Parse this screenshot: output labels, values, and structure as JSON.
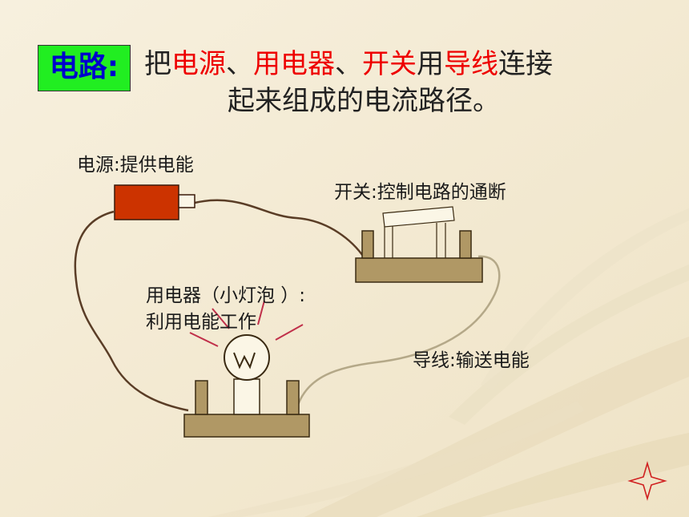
{
  "definition": {
    "term": "电路:",
    "line1": {
      "t1": "把",
      "h1": "电源",
      "t2": "、",
      "h2": "用电器",
      "t3": "、",
      "h3": "开关",
      "t4": "用",
      "h4": "导线",
      "t5": "连接"
    },
    "line2": "起来组成的电流路径。"
  },
  "labels": {
    "source": "电源:提供电能",
    "switch": "开关:控制电路的通断",
    "appliance_line1": "用电器（小灯泡 ）:",
    "appliance_line2": "利用电能工作",
    "wire": "导线:输送电能"
  },
  "colors": {
    "background": "#f4ecd6",
    "term_box": "#21ee21",
    "term_text": "#0000cc",
    "highlight": "#ee0000",
    "battery": "#cc3300",
    "base": "#b09865",
    "wire": "#5a3d26",
    "wire_light": "#b4a888"
  },
  "icons": [
    "star-icon"
  ]
}
